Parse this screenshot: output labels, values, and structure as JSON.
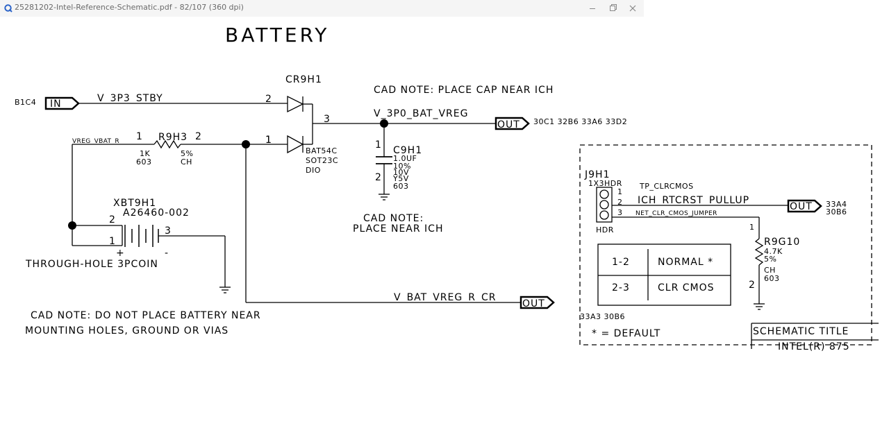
{
  "window": {
    "title": "25281202-Intel-Reference-Schematic.pdf - 82/107 (360 dpi)",
    "icons": [
      "app-q-icon",
      "minimize-icon",
      "maximize-icon",
      "close-icon"
    ]
  },
  "sheet": {
    "title": "BATTERY",
    "cad_note_cap": "CAD NOTE: PLACE CAP NEAR ICH",
    "cad_note_ich_1": "CAD NOTE:",
    "cad_note_ich_2": "PLACE NEAR ICH",
    "cad_note_batt_1": "CAD NOTE: DO NOT PLACE BATTERY NEAR",
    "cad_note_batt_2": "MOUNTING HOLES, GROUND OR VIAS"
  },
  "ports": {
    "in_ref": "B1C4",
    "in_label": "IN",
    "out_label": "OUT",
    "out_ref_vreg": "30C1 32B6 33A6 33D2",
    "out_ref_pullup_1": "33A4",
    "out_ref_pullup_2": "30B6",
    "jumper_ref": "33A3 30B6"
  },
  "nets": {
    "stby": "V_3P3_STBY",
    "vreg": "V_3P0_BAT_VREG",
    "vbat_r": "VREG_VBAT_R",
    "vbat_cr": "V_BAT_VREG_R_CR",
    "tp": "TP_CLRCMOS",
    "pullup": "ICH_RTCRST_PULLUP",
    "jumper": "NET_CLR_CMOS_JUMPER"
  },
  "cr9h1": {
    "ref": "CR9H1",
    "pin_a": "2",
    "pin_b": "1",
    "pin_k": "3",
    "part": "BAT54C",
    "package": "SOT23C",
    "type": "DIO"
  },
  "r9h3": {
    "ref": "R9H3",
    "pin1": "1",
    "pin2": "2",
    "value": "1K",
    "tol": "5%",
    "size": "603",
    "mat": "CH"
  },
  "c9h1": {
    "ref": "C9H1",
    "pin1": "1",
    "pin2": "2",
    "values": [
      "1.0UF",
      "10%",
      "10V",
      "Y5V",
      "603"
    ]
  },
  "xbt9h1": {
    "ref": "XBT9H1",
    "part": "A26460-002",
    "pin1": "1",
    "pin2": "2",
    "pin3": "3",
    "plus": "+",
    "minus": "-",
    "desc": "THROUGH-HOLE 3PCOIN"
  },
  "j9h1": {
    "ref": "J9H1",
    "type": "1X3HDR",
    "footer": "HDR",
    "pin1": "1",
    "pin2": "2",
    "pin3": "3"
  },
  "r9g10": {
    "ref": "R9G10",
    "pin1": "1",
    "pin2": "2",
    "value": "4.7K",
    "tol": "5%",
    "mat": "CH",
    "size": "603"
  },
  "jumper_table": {
    "rows": [
      {
        "pins": "1-2",
        "desc": "NORMAL *"
      },
      {
        "pins": "2-3",
        "desc": "CLR CMOS"
      }
    ],
    "legend": "* = DEFAULT"
  },
  "title_block": {
    "label": "SCHEMATIC TITLE",
    "value": "INTEL(R) 875"
  }
}
